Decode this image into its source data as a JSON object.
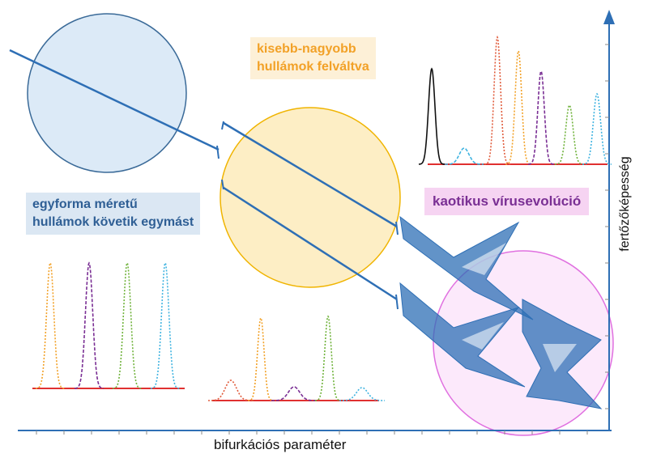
{
  "labels": {
    "regular_waves": "egyforma méretű\nhullámok követik egymást",
    "alternating_waves": "kisebb-nagyobb\nhullámok felváltva",
    "chaos": "kaotikus vírusevolúció"
  },
  "axes": {
    "x_label": "bifurkációs paraméter",
    "y_label": "fertőzőképesség"
  },
  "colors": {
    "axis": "#2e6fb5",
    "branch": "#2e6fb5",
    "baseline": "#e03030",
    "circle_regular_fill": "#dceaf7",
    "circle_regular_stroke": "#3a6a98",
    "circle_alternating_fill": "#fce8b2",
    "circle_alternating_stroke": "#f0b400",
    "circle_chaos_fill": "#fbe3fa",
    "circle_chaos_stroke": "#e070e0",
    "peak_orange": "#f2a127",
    "peak_purple": "#7a2f94",
    "peak_green": "#6fb23a",
    "peak_cyan": "#3fb3e0",
    "peak_red": "#e05a3a",
    "peak_black": "#111111"
  }
}
